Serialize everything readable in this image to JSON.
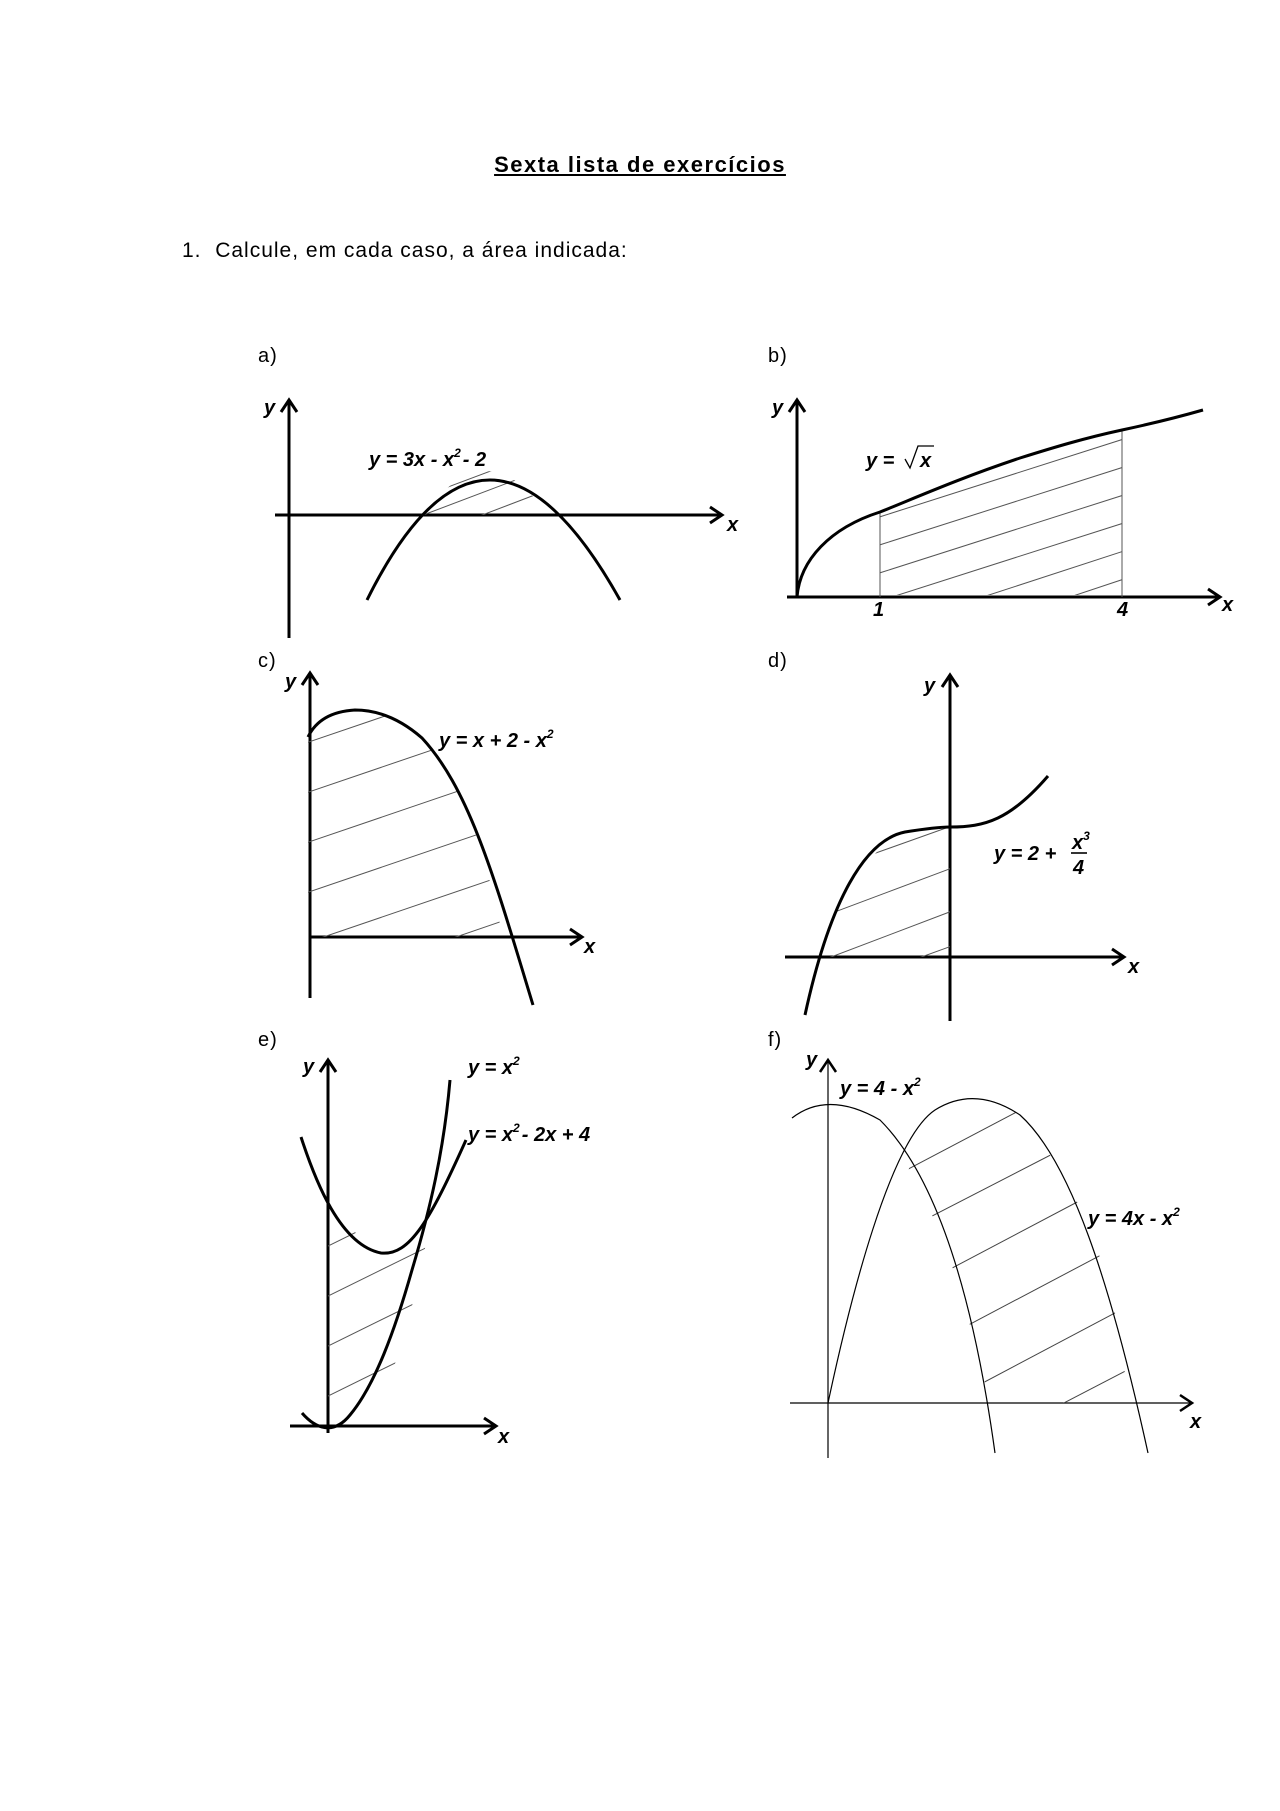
{
  "title": "Sexta lista de exercícios",
  "question": {
    "number": "1.",
    "text": "Calcule, em cada caso, a área indicada:"
  },
  "panels": {
    "a": {
      "label": "a)",
      "axis_x": "x",
      "axis_y": "y",
      "eq_main": "y = 3x - x",
      "eq_exp": "2",
      "eq_tail": "- 2"
    },
    "b": {
      "label": "b)",
      "axis_x": "x",
      "axis_y": "y",
      "eq_main": "y =",
      "eq_radicand": "x",
      "tick_1": "1",
      "tick_4": "4"
    },
    "c": {
      "label": "c)",
      "axis_x": "x",
      "axis_y": "y",
      "eq_main": "y = x + 2 - x",
      "eq_exp": "2"
    },
    "d": {
      "label": "d)",
      "axis_x": "x",
      "axis_y": "y",
      "eq_main": "y = 2 +",
      "eq_num": "x",
      "eq_num_exp": "3",
      "eq_den": "4"
    },
    "e": {
      "label": "e)",
      "axis_x": "x",
      "axis_y": "y",
      "eq1_main": "y = x",
      "eq1_exp": "2",
      "eq2_main": "y = x",
      "eq2_exp": "2",
      "eq2_tail": "- 2x + 4"
    },
    "f": {
      "label": "f)",
      "axis_x": "x",
      "axis_y": "y",
      "eq1_main": "y = 4 - x",
      "eq1_exp": "2",
      "eq2_main": "y = 4x - x",
      "eq2_exp": "2"
    }
  }
}
